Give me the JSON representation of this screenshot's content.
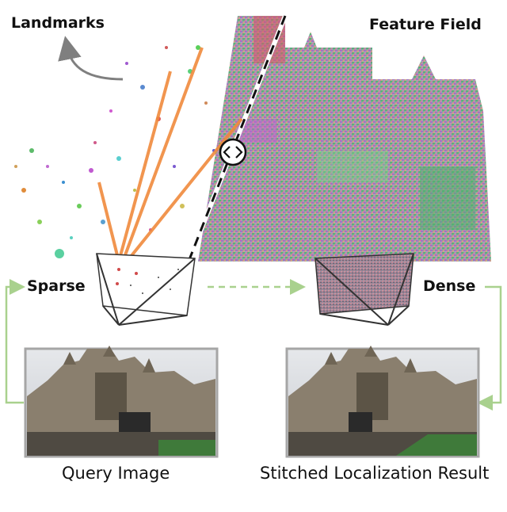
{
  "labels": {
    "landmarks": "Landmarks",
    "feature_field": "Feature Field",
    "sparse": "Sparse",
    "dense": "Dense",
    "query_image": "Query Image",
    "stitched_result": "Stitched Localization Result"
  },
  "colors": {
    "green_arrow": "#a9d18e",
    "orange_ray": "#f08a3c",
    "gray_arrow": "#7f7f7f",
    "frame_border": "#a6a6a6",
    "stone": "#8a7f6e",
    "sky": "#d7dbe0"
  },
  "icons": {
    "compare": "angle-brackets-icon"
  }
}
